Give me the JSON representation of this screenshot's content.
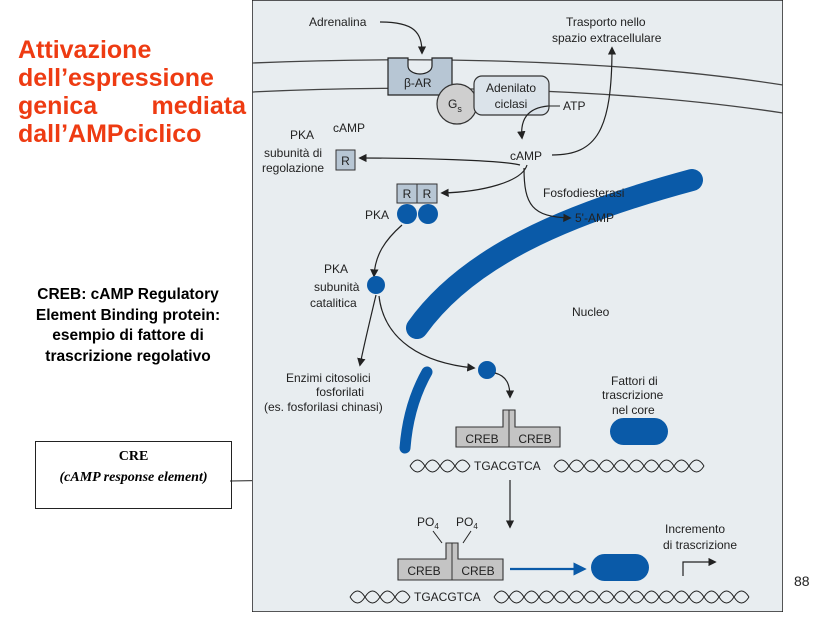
{
  "slide": {
    "title_lines": [
      "Attivazione",
      "dell’espressione",
      "genica",
      "mediata",
      "dall’AMPciclico"
    ],
    "creb_description_lines": [
      "CREB:  cAMP Regulatory",
      "Element Binding protein:",
      "esempio di fattore di",
      "trascrizione regolativo"
    ],
    "cre_box": {
      "title": "CRE",
      "subtitle": "(cAMP response element)"
    },
    "page_number": "88"
  },
  "diagram": {
    "adrenalina": "Adrenalina",
    "beta_ar": "β-AR",
    "gs": "G",
    "gs_sub": "s",
    "adenilato_line1": "Adenilato",
    "adenilato_line2": "ciclasi",
    "atp": "ATP",
    "camp": "cAMP",
    "trasporto_line1": "Trasporto nello",
    "trasporto_line2": "spazio extracellulare",
    "pka_reg_line1": "PKA",
    "pka_reg_line2": "subunità di",
    "pka_reg_line3": "regolazione",
    "pka_reg_camp": "cAMP",
    "r_label": "R",
    "pka": "PKA",
    "fosfodiesterasi": "Fosfodiesterasi",
    "five_amp": "5'-AMP",
    "pka_cat_line1": "PKA",
    "pka_cat_line2": "subunità",
    "pka_cat_line3": "catalitica",
    "nucleo": "Nucleo",
    "enzimi_line1": "Enzimi citosolici",
    "enzimi_line2": "fosforilati",
    "enzimi_line3": "(es. fosforilasi chinasi)",
    "fattori_line1": "Fattori di",
    "fattori_line2": "trascrizione",
    "fattori_line3": "nel core",
    "creb": "CREB",
    "tgacgtca": "TGACGTCA",
    "po4": "PO",
    "po4_sub": "4",
    "incremento_line1": "Incremento",
    "incremento_line2": "di trascrizione"
  },
  "colors": {
    "title": "#ee3b12",
    "figure_bg": "#e8edf0",
    "blue": "#0a5aa8"
  }
}
